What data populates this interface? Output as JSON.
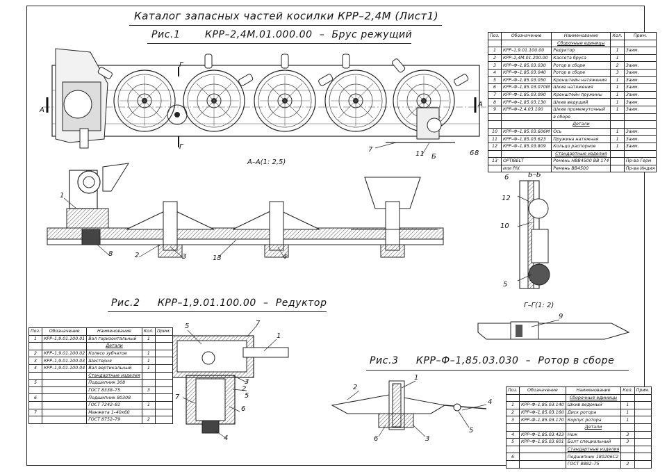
{
  "sheet": {
    "title": "Каталог запасных частей косилки КРР–2,4М (Лист1)"
  },
  "fig1": {
    "caption_num": "Рис.1",
    "caption_code": "КРР–2,4М.01.000.00",
    "caption_sep": "–",
    "caption_name": "Брус режущий",
    "section_label": "А–А(1: 2,5)",
    "section_bb": "Б–Б",
    "section_gg": "Г–Г(1: 2)",
    "marks": [
      "А",
      "А",
      "Г",
      "Г",
      "Б"
    ]
  },
  "fig1_labels": {
    "top": [
      "7",
      "11",
      "6",
      "8"
    ],
    "side": [
      "1",
      "2",
      "3",
      "13",
      "4",
      "8"
    ],
    "bb": [
      "6",
      "12",
      "10",
      "5"
    ],
    "gg": [
      "9"
    ]
  },
  "table1": {
    "headers": [
      "Поз.",
      "Обозначение",
      "Наименование",
      "Кол.",
      "Прим."
    ],
    "rows": [
      {
        "pos": "",
        "code": "",
        "name": "Сборочные единицы",
        "qty": "",
        "note": "",
        "section": true
      },
      {
        "pos": "1",
        "code": "КРР–1,9.01.100.00",
        "name": "Редуктор",
        "qty": "1",
        "note": "Заим."
      },
      {
        "pos": "2",
        "code": "КРР–2,4М.01.200.00",
        "name": "Кассета бруса",
        "qty": "1",
        "note": ""
      },
      {
        "pos": "3",
        "code": "КРР–Ф–1,85.03.030",
        "name": "Ротор в сборе",
        "qty": "2",
        "note": "Заим."
      },
      {
        "pos": "4",
        "code": "КРР–Ф–1,85.03.040",
        "name": "Ротор в сборе",
        "qty": "3",
        "note": "Заим."
      },
      {
        "pos": "5",
        "code": "КРР–Ф–1,85.03.050",
        "name": "Кронштейн натяжения",
        "qty": "1",
        "note": "Заим."
      },
      {
        "pos": "6",
        "code": "КРР–Ф–1,85.03.070М",
        "name": "Шкив натяжения",
        "qty": "1",
        "note": "Заим."
      },
      {
        "pos": "7",
        "code": "КРР–Ф–1,85.03.090",
        "name": "Кронштейн пружины",
        "qty": "1",
        "note": "Заим."
      },
      {
        "pos": "8",
        "code": "КРР–Ф–1,85.03.130",
        "name": "Шкив ведущий",
        "qty": "1",
        "note": "Заим."
      },
      {
        "pos": "9",
        "code": "КРР–Ф–2,4.03.100",
        "name": "Шкив промежуточный",
        "qty": "1",
        "note": "Заим."
      },
      {
        "pos": "",
        "code": "",
        "name": "в сборе",
        "qty": "",
        "note": ""
      },
      {
        "pos": "",
        "code": "",
        "name": "Детали",
        "qty": "",
        "note": "",
        "section": true
      },
      {
        "pos": "10",
        "code": "КРР–Ф–1,85.03.606М",
        "name": "Ось",
        "qty": "1",
        "note": "Заим."
      },
      {
        "pos": "11",
        "code": "КРР–Ф–1,85.03.623",
        "name": "Пружина натяжная",
        "qty": "1",
        "note": "Заим."
      },
      {
        "pos": "12",
        "code": "КРР–Ф–1,85.03.809",
        "name": "Кольцо распорное",
        "qty": "1",
        "note": "Заим."
      },
      {
        "pos": "",
        "code": "",
        "name": "Стандартные изделия",
        "qty": "",
        "note": "",
        "section": true
      },
      {
        "pos": "13",
        "code": "OPTIBELT",
        "name": "Ремень НВВ4500 ВВ 174",
        "qty": "",
        "note": "Пр-ва Герм"
      },
      {
        "pos": "",
        "code": "или PIX",
        "name": "Ремень ВВ4500",
        "qty": "",
        "note": "Пр-ва Индия"
      }
    ]
  },
  "fig2": {
    "caption_num": "Рис.2",
    "caption_code": "КРР–1,9.01.100.00",
    "caption_sep": "–",
    "caption_name": "Редуктор",
    "labels": [
      "5",
      "7",
      "1",
      "3",
      "2",
      "5",
      "7",
      "6",
      "4"
    ]
  },
  "table2": {
    "headers": [
      "Поз.",
      "Обозначение",
      "Наименование",
      "Кол.",
      "Прим."
    ],
    "rows": [
      {
        "pos": "1",
        "code": "КРР–1,9.01.100.01",
        "name": "Вал горизонтальный",
        "qty": "1",
        "note": ""
      },
      {
        "pos": "",
        "code": "",
        "name": "Детали",
        "qty": "",
        "note": "",
        "section": true
      },
      {
        "pos": "2",
        "code": "КРР–1,9.01.100.02",
        "name": "Колесо зубчатое",
        "qty": "1",
        "note": ""
      },
      {
        "pos": "3",
        "code": "КРР–1,9.01.100.03",
        "name": "Шестерня",
        "qty": "1",
        "note": ""
      },
      {
        "pos": "4",
        "code": "КРР–1,9.01.100.04",
        "name": "Вал вертикальный",
        "qty": "1",
        "note": ""
      },
      {
        "pos": "",
        "code": "",
        "name": "Стандартные изделия",
        "qty": "",
        "note": "",
        "section": true
      },
      {
        "pos": "5",
        "code": "",
        "name": "Подшипник 308",
        "qty": "",
        "note": ""
      },
      {
        "pos": "",
        "code": "",
        "name": "ГОСТ 8338–75",
        "qty": "3",
        "note": ""
      },
      {
        "pos": "6",
        "code": "",
        "name": "Подшипник 80308",
        "qty": "",
        "note": ""
      },
      {
        "pos": "",
        "code": "",
        "name": "ГОСТ 7242–81",
        "qty": "1",
        "note": ""
      },
      {
        "pos": "7",
        "code": "",
        "name": "Манжета 1–40х60",
        "qty": "",
        "note": ""
      },
      {
        "pos": "",
        "code": "",
        "name": "ГОСТ 8752–79",
        "qty": "2",
        "note": ""
      }
    ]
  },
  "fig3": {
    "caption_num": "Рис.3",
    "caption_code": "КРР–Ф–1,85.03.030",
    "caption_sep": "–",
    "caption_name": "Ротор в сборе",
    "labels": [
      "1",
      "2",
      "4",
      "6",
      "3",
      "5"
    ]
  },
  "table3": {
    "headers": [
      "Поз.",
      "Обозначение",
      "Наименование",
      "Кол.",
      "Прим."
    ],
    "rows": [
      {
        "pos": "",
        "code": "",
        "name": "Сборочные единицы",
        "qty": "",
        "note": "",
        "section": true
      },
      {
        "pos": "1",
        "code": "КРР–Ф–1,85.03.140",
        "name": "Шкив ведомый",
        "qty": "1",
        "note": ""
      },
      {
        "pos": "2",
        "code": "КРР–Ф–1,85.03.160",
        "name": "Диск ротора",
        "qty": "1",
        "note": ""
      },
      {
        "pos": "3",
        "code": "КРР–Ф–1,85.03.170",
        "name": "Корпус ротора",
        "qty": "1",
        "note": ""
      },
      {
        "pos": "",
        "code": "",
        "name": "Детали",
        "qty": "",
        "note": "",
        "section": true
      },
      {
        "pos": "4",
        "code": "КРР–Ф–1,85.03.423",
        "name": "Нож",
        "qty": "3",
        "note": ""
      },
      {
        "pos": "5",
        "code": "КРР–Ф–1,85.03.601",
        "name": "Болт специальный",
        "qty": "3",
        "note": ""
      },
      {
        "pos": "",
        "code": "",
        "name": "Стандартные изделия",
        "qty": "",
        "note": "",
        "section": true
      },
      {
        "pos": "6",
        "code": "",
        "name": "Подшипник 180206С2",
        "qty": "",
        "note": ""
      },
      {
        "pos": "",
        "code": "",
        "name": "ГОСТ 8882–75",
        "qty": "2",
        "note": ""
      }
    ]
  }
}
